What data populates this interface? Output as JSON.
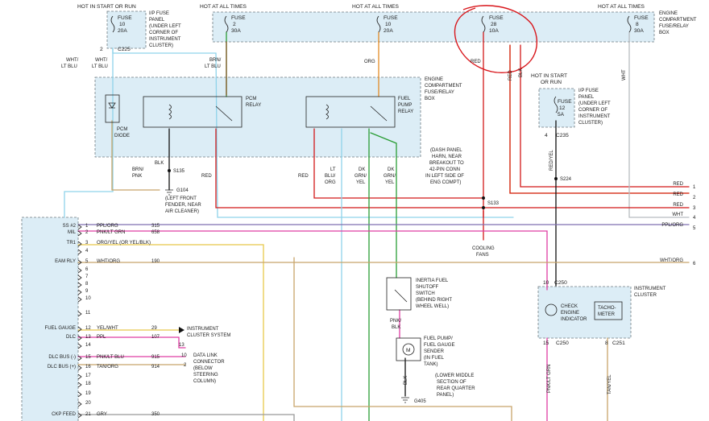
{
  "hot_labels": {
    "start_run": "HOT IN START OR RUN",
    "all_times_1": "HOT AT ALL TIMES",
    "all_times_2": "HOT AT ALL TIMES",
    "all_times_3": "HOT AT ALL TIMES",
    "start_run_2a": "HOT IN START",
    "start_run_2b": "OR RUN"
  },
  "fuses": [
    {
      "title": "FUSE",
      "num": "10",
      "amp": "20A"
    },
    {
      "title": "FUSE",
      "num": "2",
      "amp": "30A"
    },
    {
      "title": "FUSE",
      "num": "10",
      "amp": "20A"
    },
    {
      "title": "FUSE",
      "num": "28",
      "amp": "10A"
    },
    {
      "title": "FUSE",
      "num": "8",
      "amp": "30A"
    },
    {
      "title": "FUSE",
      "num": "12",
      "amp": "5A"
    }
  ],
  "ip_panel_1": [
    "I/P FUSE",
    "PANEL",
    "(UNDER LEFT",
    "CORNER OF",
    "INSTRUMENT",
    "CLUSTER)"
  ],
  "ip_panel_2": [
    "I/P FUSE",
    "PANEL",
    "(UNDER LEFT",
    "CORNER OF",
    "INSTRUMENT",
    "CLUSTER)"
  ],
  "ecb_top": [
    "ENGINE",
    "COMPARTMENT",
    "FUSE/RELAY",
    "BOX"
  ],
  "ecb_mid": [
    "ENGINE",
    "COMPARTMENT",
    "FUSE/RELAY",
    "BOX"
  ],
  "connectors": {
    "c225": "C225",
    "c225_pin": "2",
    "c235": "C235",
    "c235_pin": "4",
    "c250_top": "C250",
    "c250_top_pin": "10",
    "c250_bot": "C250",
    "c250_bot_pin": "15",
    "c251": "C251",
    "c251_pin": "8"
  },
  "wire_labels": {
    "wht_lt_blu_1": [
      "WHT/",
      "LT BLU"
    ],
    "wht_lt_blu_2": [
      "WHT/",
      "LT BLU"
    ],
    "brn_lt_blu": [
      "BRN/",
      "LT BLU"
    ],
    "org": "ORG",
    "red_28": "RED",
    "red_28b": "RED",
    "blk_28": "BLK",
    "wht_8": "WHT",
    "brn_pnk": [
      "BRN/",
      "PNK"
    ],
    "blk_pcm": "BLK",
    "red_pcm": "RED",
    "red_fp": "RED",
    "lt_blu_org": [
      "LT",
      "BLU/",
      "ORG"
    ],
    "dk_grn_yel_1": [
      "DK",
      "GRN/",
      "YEL"
    ],
    "dk_grn_yel_2": [
      "DK",
      "GRN/",
      "YEL"
    ],
    "red_yel": "RED/YEL",
    "pnk_blk": [
      "PNK/",
      "BLK"
    ],
    "blk_ground": "BLK",
    "pnk_lt_grn_v": "PNK/LT GRN",
    "tan_yel_v": "TAN/YEL"
  },
  "components": {
    "pcm_relay": [
      "PCM",
      "RELAY"
    ],
    "fuel_pump_relay": [
      "FUEL",
      "PUMP",
      "RELAY"
    ],
    "pcm_diode": [
      "PCM",
      "DIODE"
    ],
    "s135": "S135",
    "g104": [
      "G104",
      "(LEFT FRONT",
      "FENDER, NEAR",
      "AIR CLEANER)"
    ],
    "dash_harn": [
      "(DASH PANEL",
      "HARN, NEAR",
      "BREAKOUT TO",
      "42-PIN CONN",
      "IN LEFT SIDE OF",
      "ENG COMPT)"
    ],
    "s133": "S133",
    "s224": "S224",
    "cooling_fans": [
      "COOLING",
      "FANS"
    ],
    "inertia": [
      "INERTIA FUEL",
      "SHUTOFF",
      "SWITCH",
      "(BEHIND RIGHT",
      "WHEEL WELL)"
    ],
    "fuel_pump": [
      "FUEL PUMP/",
      "FUEL GAUGE",
      "SENDER",
      "(IN FUEL",
      "TANK)"
    ],
    "g405": "G405",
    "g405_note": [
      "(LOWER MIDDLE",
      "SECTION OF",
      "REAR QUARTER",
      "PANEL)"
    ],
    "cluster": [
      "INSTRUMENT",
      "CLUSTER"
    ],
    "check_engine": [
      "CHECK",
      "ENGINE",
      "INDICATOR"
    ],
    "tach": [
      "TACHO-",
      "METER"
    ],
    "cluster_sys": [
      "INSTRUMENT",
      "CLUSTER SYSTEM"
    ],
    "dlc": [
      "DATA LINK",
      "CONNECTOR",
      "(BELOW",
      "STEERING",
      "COLUMN)"
    ],
    "dlc_pin_13": "13",
    "dlc_pin_10": "10",
    "dlc_pin_2": "2",
    "motor": "M"
  },
  "pcm_pins": [
    {
      "n": "1",
      "name": "SS #2",
      "wire": "PPL/ORG",
      "circ": "315"
    },
    {
      "n": "2",
      "name": "MIL",
      "wire": "PNK/LT GRN",
      "circ": "658"
    },
    {
      "n": "3",
      "name": "TR1",
      "wire": "ORG/YEL (OR YEL/BLK)",
      "circ": ""
    },
    {
      "n": "4",
      "name": "",
      "wire": "",
      "circ": ""
    },
    {
      "n": "5",
      "name": "EAM RLY",
      "wire": "WHT/ORG",
      "circ": "190"
    },
    {
      "n": "6",
      "name": "",
      "wire": "",
      "circ": ""
    },
    {
      "n": "7",
      "name": "",
      "wire": "",
      "circ": ""
    },
    {
      "n": "8",
      "name": "",
      "wire": "",
      "circ": ""
    },
    {
      "n": "9",
      "name": "",
      "wire": "",
      "circ": ""
    },
    {
      "n": "10",
      "name": "",
      "wire": "",
      "circ": ""
    },
    {
      "n": "11",
      "name": "",
      "wire": "",
      "circ": ""
    },
    {
      "n": "12",
      "name": "FUEL GAUGE",
      "wire": "YEL/WHT",
      "circ": "29"
    },
    {
      "n": "13",
      "name": "DLC",
      "wire": "PPL",
      "circ": "107"
    },
    {
      "n": "14",
      "name": "",
      "wire": "",
      "circ": ""
    },
    {
      "n": "15",
      "name": "DLC BUS (-)",
      "wire": "PNK/LT BLU",
      "circ": "915"
    },
    {
      "n": "16",
      "name": "DLC BUS (+)",
      "wire": "TAN/ORG",
      "circ": "914"
    },
    {
      "n": "17",
      "name": "",
      "wire": "",
      "circ": ""
    },
    {
      "n": "18",
      "name": "",
      "wire": "",
      "circ": ""
    },
    {
      "n": "19",
      "name": "",
      "wire": "",
      "circ": ""
    },
    {
      "n": "20",
      "name": "",
      "wire": "",
      "circ": ""
    },
    {
      "n": "21",
      "name": "CKP FEED",
      "wire": "GRY",
      "circ": "350"
    }
  ],
  "right_rows": [
    {
      "label": "RED",
      "num": "1"
    },
    {
      "label": "RED",
      "num": "2"
    },
    {
      "label": "RED",
      "num": "3"
    },
    {
      "label": "WHT",
      "num": "4"
    },
    {
      "label": "PPL/ORG",
      "num": "5"
    },
    {
      "label": "WHT/ORG",
      "num": "6"
    }
  ]
}
